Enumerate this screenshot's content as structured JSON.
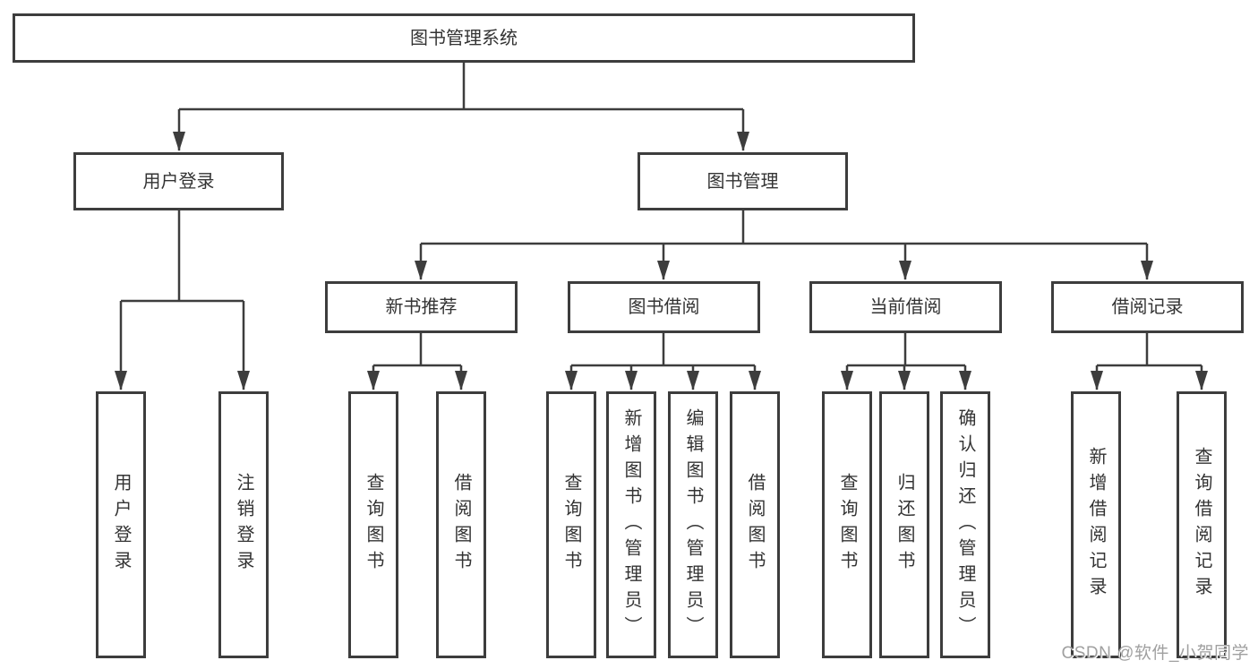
{
  "diagram": {
    "root": {
      "label": "图书管理系统"
    },
    "level2": {
      "user_login": {
        "label": "用户登录"
      },
      "book_management": {
        "label": "图书管理"
      }
    },
    "level3": {
      "new_book_recommend": {
        "label": "新书推荐"
      },
      "book_borrowing": {
        "label": "图书借阅"
      },
      "current_borrowing": {
        "label": "当前借阅"
      },
      "borrowing_records": {
        "label": "借阅记录"
      }
    },
    "leaves": {
      "user_login_action": {
        "label": "用户登录"
      },
      "logout": {
        "label": "注销登录"
      },
      "query_books_recommend": {
        "label": "查询图书"
      },
      "borrow_books_recommend": {
        "label": "借阅图书"
      },
      "query_books_borrowing": {
        "label": "查询图书"
      },
      "add_books_admin": {
        "label": "新增图书（管理员）"
      },
      "edit_books_admin": {
        "label": "编辑图书（管理员）"
      },
      "borrow_books_borrowing": {
        "label": "借阅图书"
      },
      "query_books_current": {
        "label": "查询图书"
      },
      "return_books": {
        "label": "归还图书"
      },
      "confirm_return_admin": {
        "label": "确认归还（管理员）"
      },
      "add_borrow_record": {
        "label": "新增借阅记录"
      },
      "query_borrow_record": {
        "label": "查询借阅记录"
      }
    },
    "colors": {
      "line": "#3d3d3d",
      "text": "#333333",
      "background": "#ffffff"
    }
  },
  "watermark": {
    "text": "CSDN @软件_小贺同学",
    "color": "#a0a0a0"
  }
}
